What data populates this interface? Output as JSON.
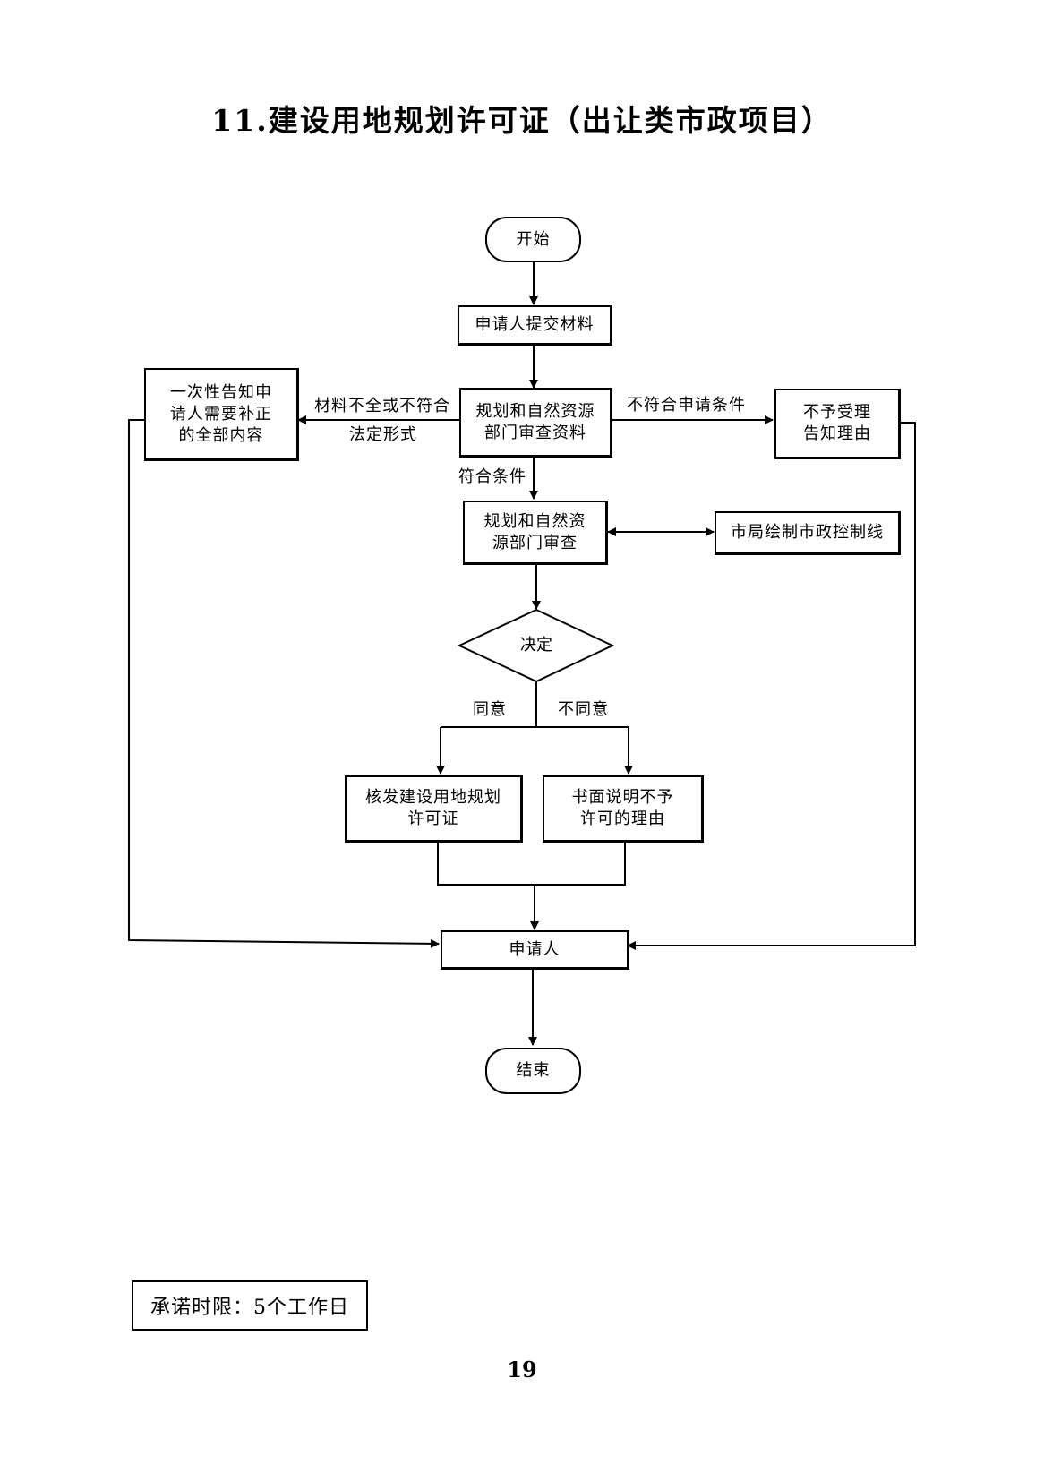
{
  "title": "11.建设用地规划许可证（出让类市政项目）",
  "nodes": {
    "start": "开始",
    "submit": "申请人提交材料",
    "notify_line1": "一次性告知申",
    "notify_line2": "请人需要补正",
    "notify_line3": "的全部内容",
    "review_line1": "规划和自然资源",
    "review_line2": "部门审查资料",
    "reject_line1": "不予受理",
    "reject_line2": "告知理由",
    "audit_line1": "规划和自然资",
    "audit_line2": "源部门审查",
    "city_draw": "市局绘制市政控制线",
    "decision": "决定",
    "issue_line1": "核发建设用地规划",
    "issue_line2": "许可证",
    "deny_line1": "书面说明不予",
    "deny_line2": "许可的理由",
    "applicant": "申请人",
    "end": "结束"
  },
  "edge_labels": {
    "incomplete_line1": "材料不全或不符合",
    "incomplete_line2": "法定形式",
    "not_eligible": "不符合申请条件",
    "eligible": "符合条件",
    "agree": "同意",
    "disagree": "不同意"
  },
  "footer": {
    "pledge": "承诺时限：5个工作日",
    "page_number": "19"
  }
}
